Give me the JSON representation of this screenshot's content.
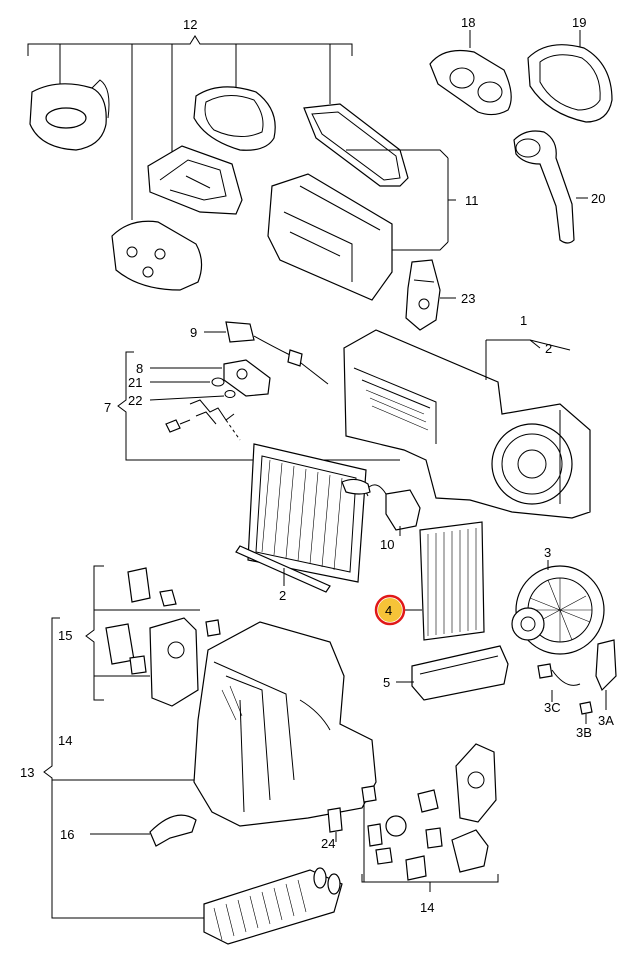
{
  "labels": {
    "l12": "12",
    "l18": "18",
    "l19": "19",
    "l20": "20",
    "l11": "11",
    "l23": "23",
    "l1": "1",
    "l2a": "2",
    "l9": "9",
    "l8": "8",
    "l21": "21",
    "l22": "22",
    "l7": "7",
    "l10": "10",
    "l2b": "2",
    "l3": "3",
    "l4": "4",
    "l5": "5",
    "l3c": "3C",
    "l3b": "3B",
    "l3a": "3A",
    "l15": "15",
    "l13": "13",
    "l14a": "14",
    "l16": "16",
    "l24": "24",
    "l14b": "14"
  },
  "highlight": {
    "part": "4",
    "ring_color": "#e01818",
    "fill_color": "#f6c338"
  }
}
